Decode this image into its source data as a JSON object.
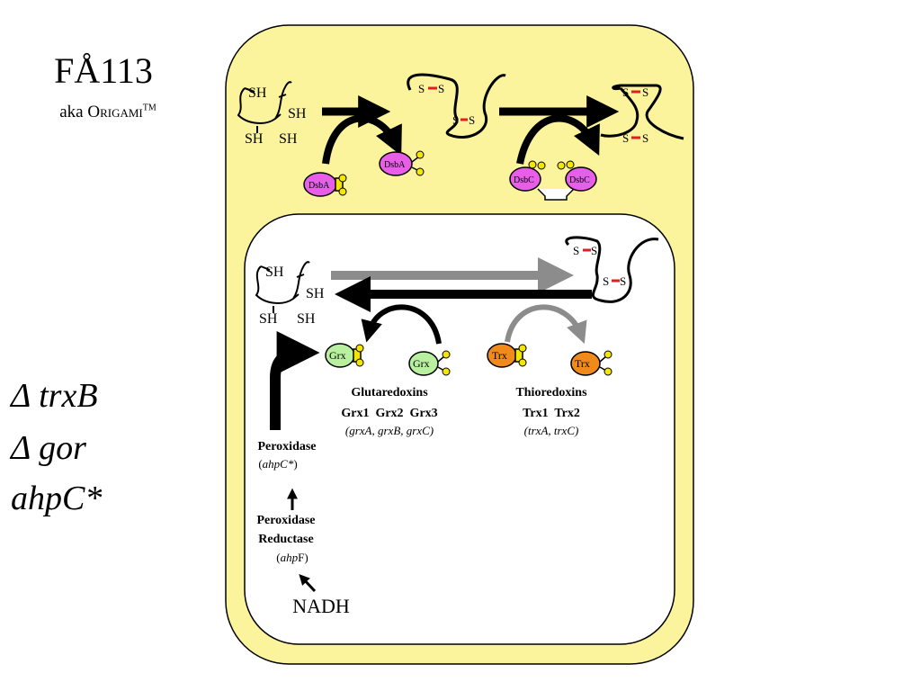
{
  "strain": {
    "name": "FÅ113",
    "aka_prefix": "aka ",
    "aka_name": "Origami",
    "aka_tm": "TM"
  },
  "genotype": [
    "Δ trxB",
    "Δ gor",
    "ahpC*"
  ],
  "colors": {
    "periplasm": "#fbf49c",
    "cytoplasm": "#ffffff",
    "dsb": "#e85ee8",
    "grx": "#b8f0a0",
    "trx": "#f08a1a",
    "disulfide": "#e02020",
    "thiol": "#f5e600",
    "gray_arrow": "#8c8c8c"
  },
  "diagram": {
    "thiol_labels": [
      "SH",
      "SH",
      "SH",
      "SH"
    ],
    "disulfide_label": "S",
    "dsba": "DsbA",
    "dsbc": "DsbC",
    "grx": "Grx",
    "trx": "Trx",
    "glutaredoxins": {
      "title": "Glutaredoxins",
      "members": "Grx1  Grx2  Grx3",
      "genes": "(grxA, grxB, grxC)"
    },
    "thioredoxins": {
      "title": "Thioredoxins",
      "members": "Trx1  Trx2",
      "genes": "(trxA, trxC)"
    },
    "peroxidase": {
      "title": "Peroxidase",
      "gene": "ahpC*"
    },
    "peroxidase_reductase": {
      "title1": "Peroxidase",
      "title2": "Reductase",
      "gene_prefix": "ahp",
      "gene_suffix": "F"
    },
    "nadh": "NADH"
  }
}
